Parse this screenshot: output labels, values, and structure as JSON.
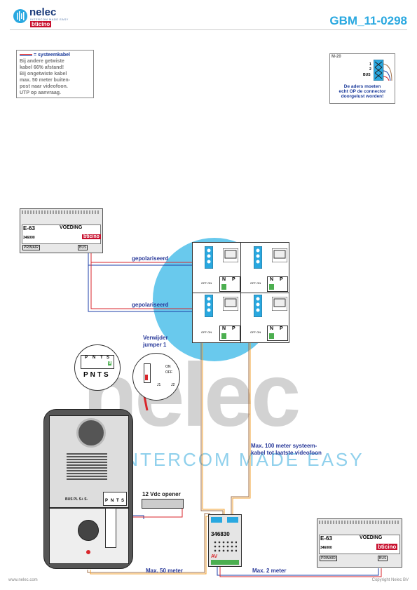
{
  "header": {
    "brand": "nelec",
    "brand_sub": "INTERCOM MADE EASY",
    "brand_partner": "bticino",
    "doc_id": "GBM_11-0298"
  },
  "note": {
    "legend": "= systeemkabel",
    "text": [
      "Bij andere getwiste",
      "kabel 66% afstand!",
      "Bij ongetwiste kabel",
      "max. 50 meter buiten-",
      "post naar videofoon.",
      "UTP op aanvraag."
    ]
  },
  "m20": {
    "title": "M-20",
    "pin1": "1",
    "pin2": "2",
    "bus": "BUS",
    "warning": [
      "De aders moeten",
      "echt OP de connector",
      "doorgelust worden!"
    ]
  },
  "psu_top": {
    "name": "E-63",
    "type": "VOEDING",
    "code": "346000",
    "primair": "PRIMAIR",
    "bus": "BUS"
  },
  "psu_bottom": {
    "name": "E-63",
    "type": "VOEDING",
    "code": "346000",
    "primair": "PRIMAIR",
    "bus": "BUS"
  },
  "labels": {
    "polarized_1": "gepolariseerd",
    "polarized_2": "gepolariseerd",
    "remove_jumper": [
      "Verwijder",
      "jumper 1"
    ],
    "max100": [
      "Max. 100 meter systeem-",
      "kabel tot laatste videofoon"
    ],
    "opener": "12 Vdc opener",
    "max50": "Max. 50 meter",
    "max2": "Max. 2 meter",
    "module_code": "346830",
    "module_av": "AV"
  },
  "terminals": {
    "p": "P",
    "n": "N",
    "t": "T",
    "s": "S",
    "nine": "9",
    "np_n": "N",
    "np_p": "P",
    "onoff": "OFF ON",
    "on": "ON",
    "off": "OFF",
    "j1": "J1",
    "j2": "J2",
    "outdoor_terms": "BUS PL S+ S-"
  },
  "watermark": {
    "big": "nelec",
    "sub": "INTERCOM MADE EASY"
  },
  "footer": {
    "left": "www.nelec.com",
    "right": "Copyright Nelec BV"
  },
  "colors": {
    "bus_blue": "#1c3fa8",
    "bus_red": "#d9262b",
    "accent": "#29a8e0",
    "brown": "#a0704a"
  }
}
